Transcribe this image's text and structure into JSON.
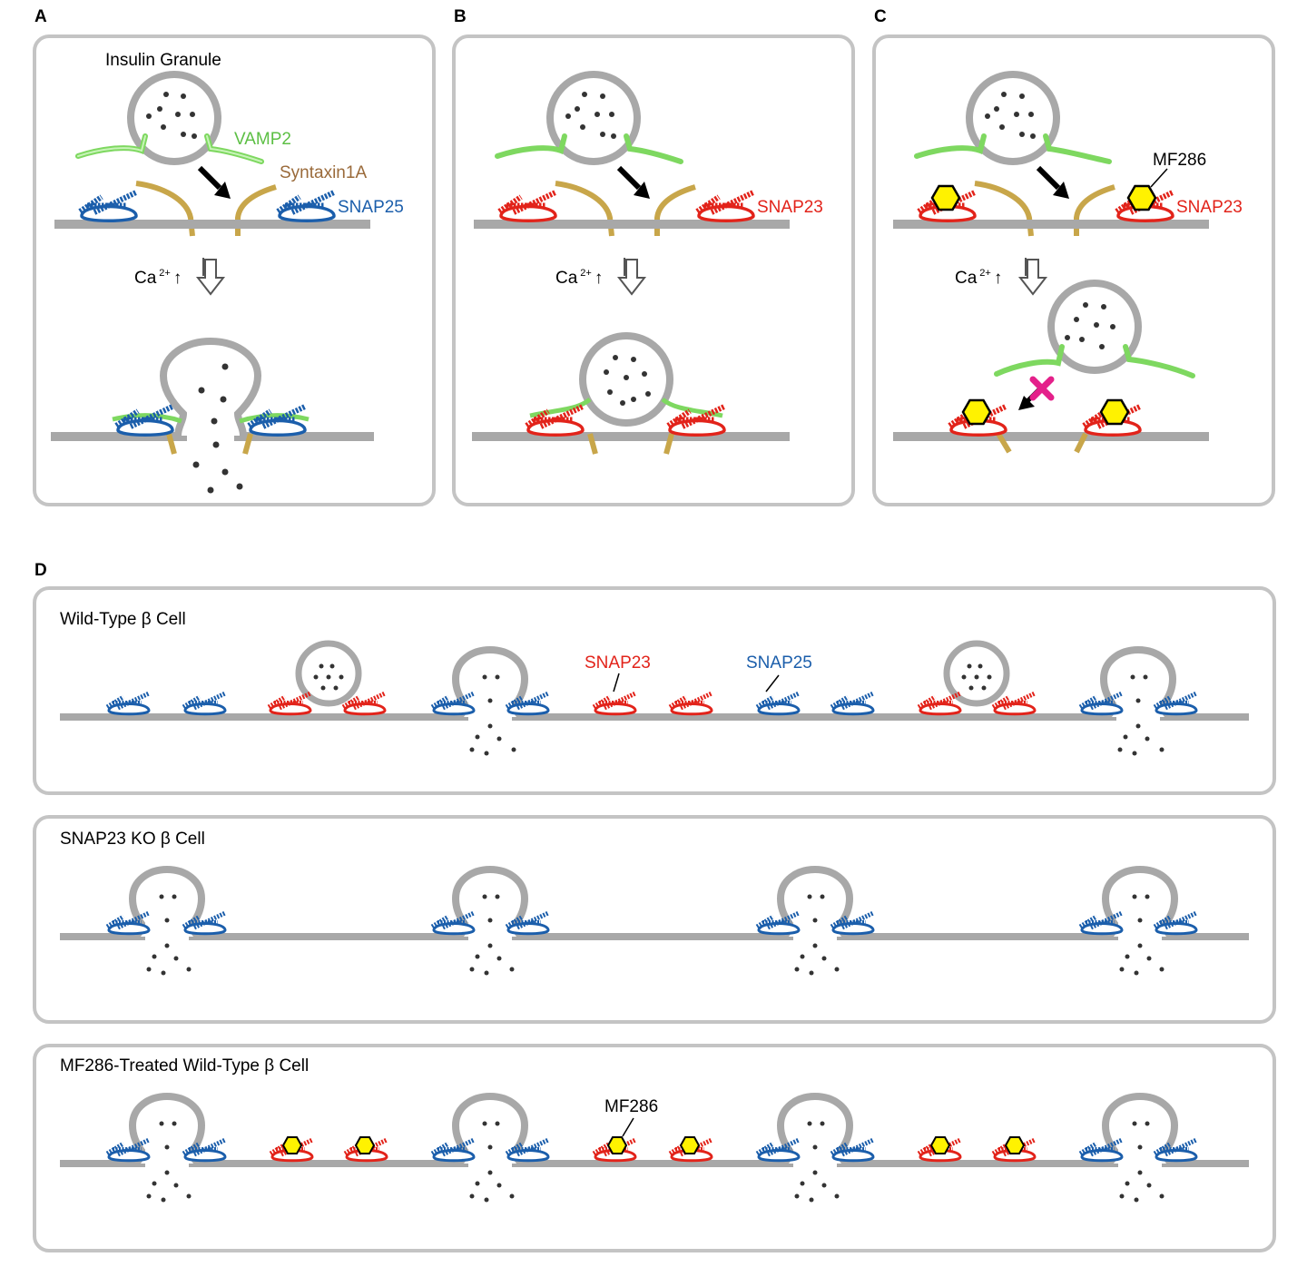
{
  "colors": {
    "membrane": "#a8a8a8",
    "panel_border": "#c4c4c4",
    "vamp2": "#7ed860",
    "syntaxin": "#c8a64a",
    "snap25": "#1b5eab",
    "snap23": "#e2231a",
    "mf286": "#fff200",
    "block_mark": "#e4208a",
    "dot": "#333333"
  },
  "panels": {
    "A": {
      "letter": "A",
      "granule_label": "Insulin Granule",
      "vamp_label": "VAMP2",
      "syntaxin_label": "Syntaxin1A",
      "snap_label": "SNAP25",
      "ca_label": "Ca",
      "ca_sup": "2+",
      "ca_arrow": "↑"
    },
    "B": {
      "letter": "B",
      "snap_label": "SNAP23",
      "ca_label": "Ca",
      "ca_sup": "2+",
      "ca_arrow": "↑"
    },
    "C": {
      "letter": "C",
      "drug_label": "MF286",
      "snap_label": "SNAP23",
      "ca_label": "Ca",
      "ca_sup": "2+",
      "ca_arrow": "↑"
    },
    "D": {
      "letter": "D",
      "rows": [
        {
          "title": "Wild-Type β Cell",
          "label_snap23": "SNAP23",
          "label_snap25": "SNAP25"
        },
        {
          "title": "SNAP23 KO β Cell"
        },
        {
          "title": "MF286-Treated Wild-Type β Cell",
          "label_drug": "MF286"
        }
      ]
    }
  }
}
